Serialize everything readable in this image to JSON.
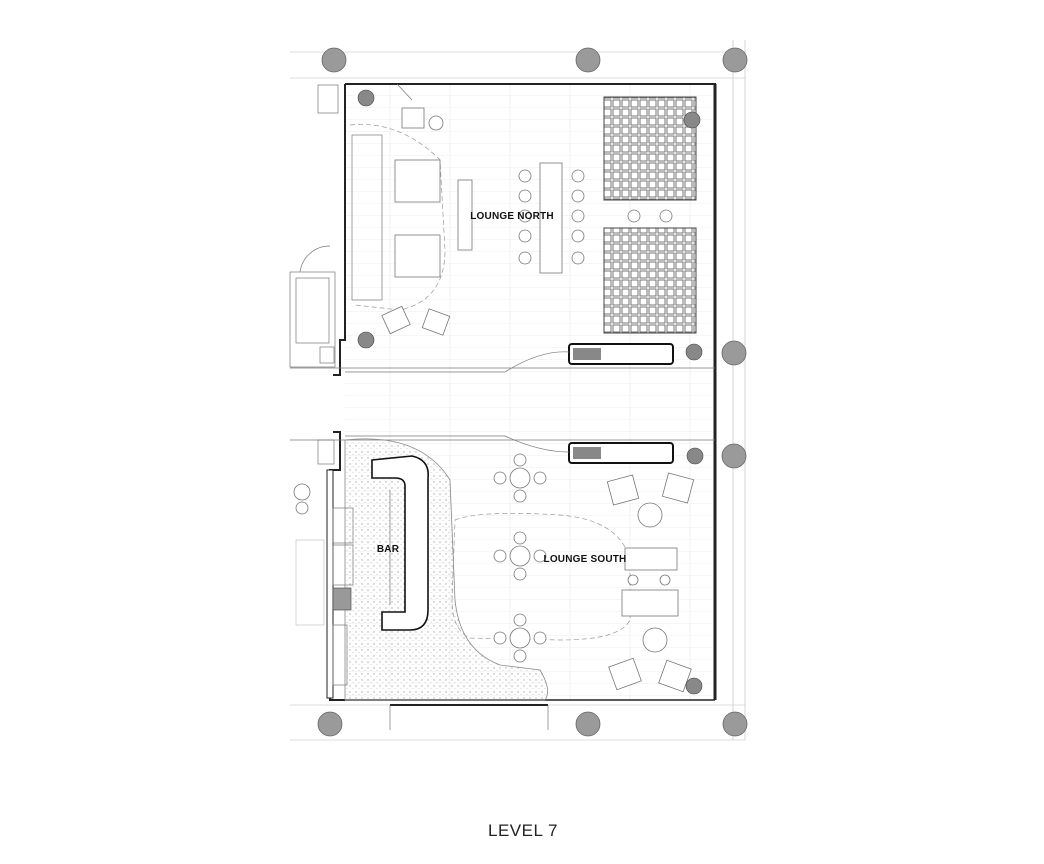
{
  "drawing": {
    "title": "LEVEL 7",
    "rooms": [
      {
        "id": "lounge-north",
        "label": "LOUNGE NORTH"
      },
      {
        "id": "bar",
        "label": "BAR"
      },
      {
        "id": "lounge-south",
        "label": "LOUNGE SOUTH"
      }
    ]
  },
  "colors": {
    "walls": "#222222",
    "columns": "#9a9a9a",
    "linework": "#777777",
    "paper": "#ffffff"
  }
}
